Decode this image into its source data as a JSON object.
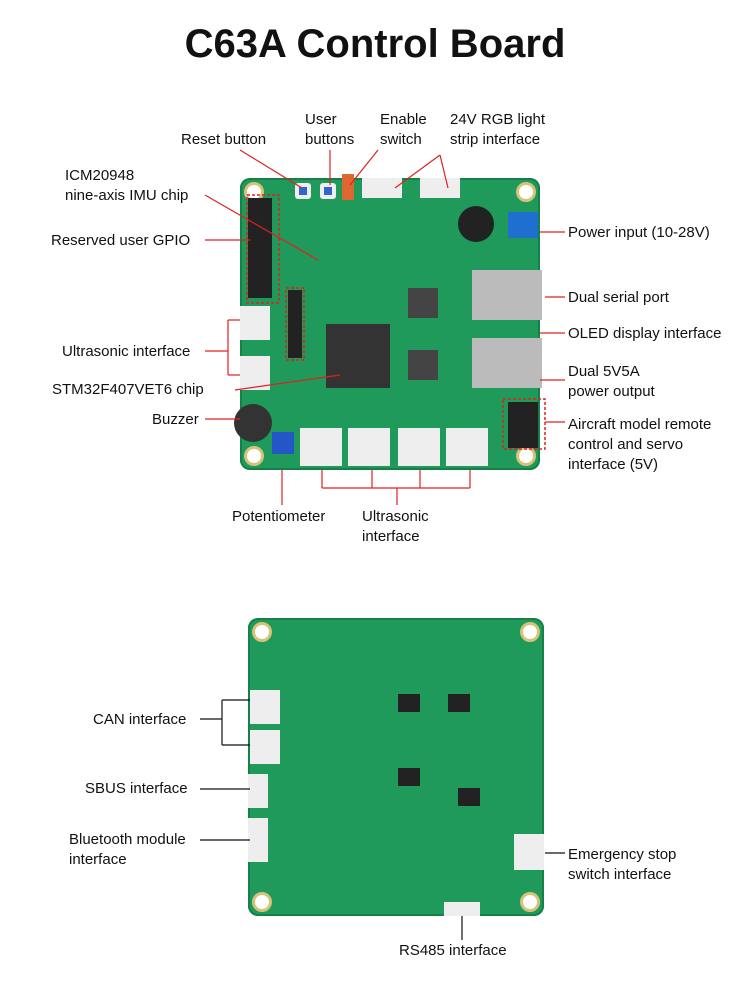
{
  "title": "C63A Control Board",
  "front_labels": {
    "reset": "Reset button",
    "user_buttons": "User\nbuttons",
    "enable": "Enable\nswitch",
    "rgb": "24V RGB light\nstrip interface",
    "imu": "ICM20948\nnine-axis IMU chip",
    "gpio": "Reserved user GPIO",
    "power_in": "Power input (10-28V)",
    "serial": "Dual serial port",
    "oled": "OLED display interface",
    "power_out": "Dual 5V5A\npower output",
    "ultrasonic_left": "Ultrasonic interface",
    "stm": "STM32F407VET6 chip",
    "rc": "Aircraft model remote\ncontrol and servo\ninterface (5V)",
    "buzzer": "Buzzer",
    "pot": "Potentiometer",
    "ultrasonic_bottom": "Ultrasonic\ninterface"
  },
  "back_labels": {
    "can": "CAN interface",
    "sbus": "SBUS interface",
    "bt": "Bluetooth module\ninterface",
    "estop": "Emergency stop\nswitch interface",
    "rs485": "RS485 interface"
  },
  "colors": {
    "pcb": "#1f9a5a",
    "callout": "#e02020"
  }
}
